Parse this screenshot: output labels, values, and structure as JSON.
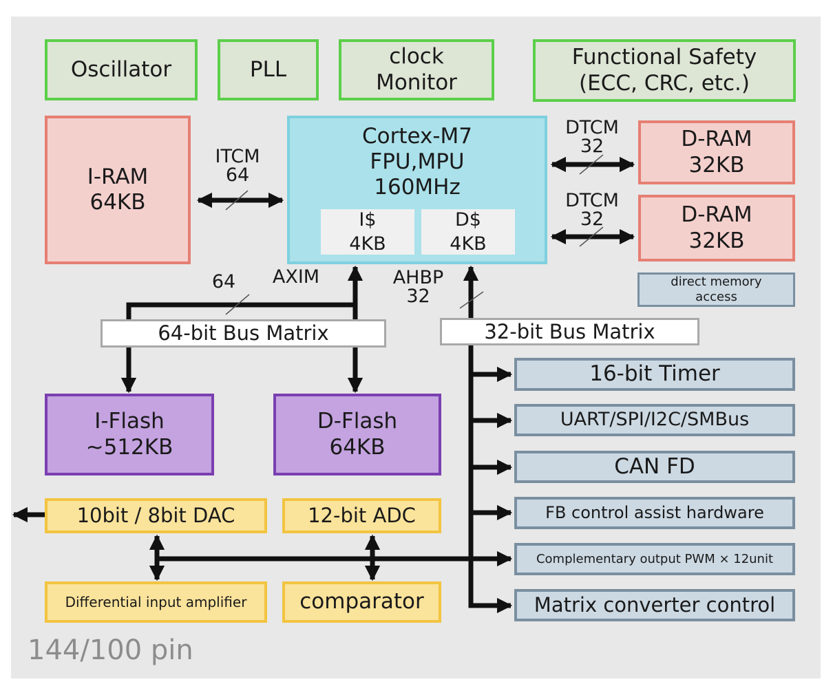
{
  "clock_blocks": {
    "oscillator": "Oscillator",
    "pll": "PLL",
    "clock_monitor": [
      "clock",
      "Monitor"
    ],
    "functional_safety": [
      "Functional Safety",
      "(ECC, CRC, etc.)"
    ]
  },
  "memory": {
    "i_ram": [
      "I-RAM",
      "64KB"
    ],
    "d_ram_1": [
      "D-RAM",
      "32KB"
    ],
    "d_ram_2": [
      "D-RAM",
      "32KB"
    ],
    "i_flash": [
      "I-Flash",
      "~512KB"
    ],
    "d_flash": [
      "D-Flash",
      "64KB"
    ]
  },
  "cpu": {
    "lines": [
      "Cortex-M7",
      "FPU,MPU",
      "160MHz"
    ],
    "icache": [
      "I$",
      "4KB"
    ],
    "dcache": [
      "D$",
      "4KB"
    ]
  },
  "dma": [
    "direct memory",
    "access"
  ],
  "buses": {
    "itcm": [
      "ITCM",
      "64"
    ],
    "dtcm_1": [
      "DTCM",
      "32"
    ],
    "dtcm_2": [
      "DTCM",
      "32"
    ],
    "axim": "AXIM",
    "axim_width": "64",
    "ahbp": [
      "AHBP",
      "32"
    ],
    "bus_matrix_64": "64-bit Bus Matrix",
    "bus_matrix_32": "32-bit Bus Matrix"
  },
  "peripherals": [
    "16-bit Timer",
    "UART/SPI/I2C/SMBus",
    "CAN FD",
    "FB control assist hardware",
    "Complementary output PWM × 12unit",
    "Matrix converter control"
  ],
  "analog": {
    "dac": "10bit / 8bit DAC",
    "adc": "12-bit ADC",
    "diff_amp": "Differential input amplifier",
    "comparator": "comparator"
  },
  "package": "144/100 pin",
  "colors": {
    "clock_border": "#5ccf4a",
    "ram_border": "#e57f73",
    "cpu_fill": "#abe1ea",
    "flash_fill": "#c4a3e0",
    "analog_fill": "#fae39b",
    "peripheral_fill": "#ccd9e3"
  }
}
